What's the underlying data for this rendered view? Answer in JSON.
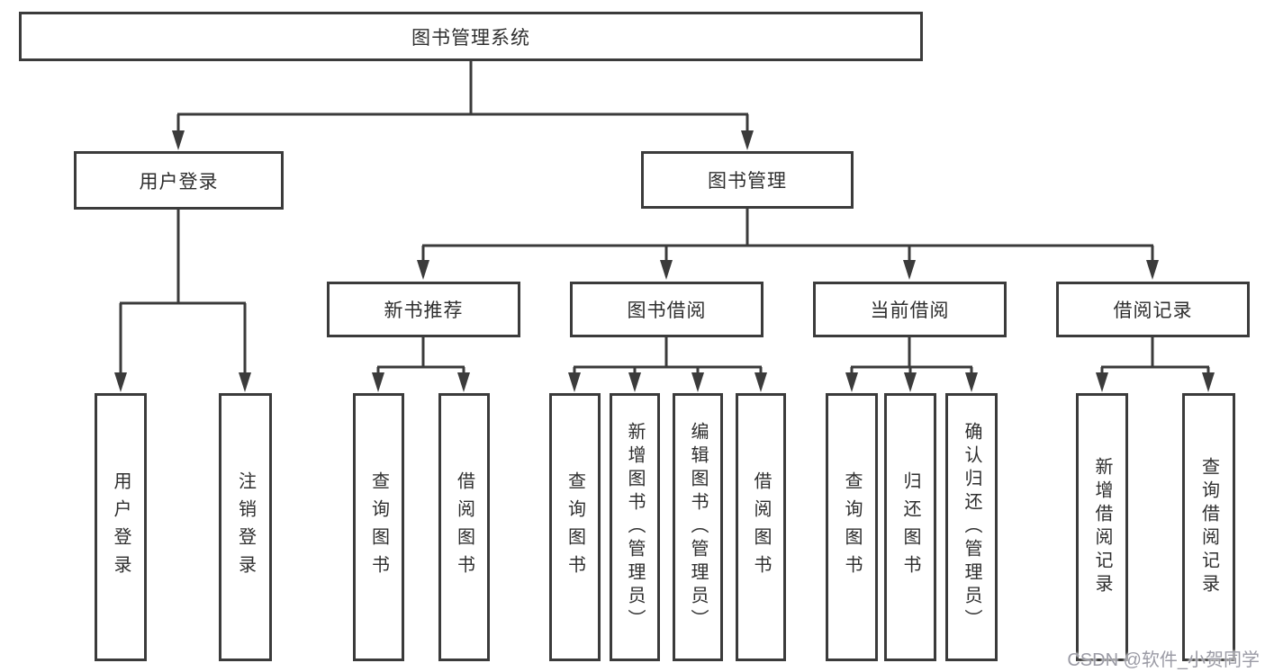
{
  "diagram": {
    "title_node": {
      "label": "图书管理系统"
    },
    "level2": [
      {
        "label": "用户登录",
        "parent": "图书管理系统"
      },
      {
        "label": "图书管理",
        "parent": "图书管理系统"
      }
    ],
    "level3": [
      {
        "label": "新书推荐",
        "parent": "图书管理"
      },
      {
        "label": "图书借阅",
        "parent": "图书管理"
      },
      {
        "label": "当前借阅",
        "parent": "图书管理"
      },
      {
        "label": "借阅记录",
        "parent": "图书管理"
      }
    ],
    "leaves": [
      {
        "label": "用户登录",
        "parent": "用户登录"
      },
      {
        "label": "注销登录",
        "parent": "用户登录"
      },
      {
        "label": "查询图书",
        "parent": "新书推荐"
      },
      {
        "label": "借阅图书",
        "parent": "新书推荐"
      },
      {
        "label": "查询图书",
        "parent": "图书借阅"
      },
      {
        "label": "新增图书（管理员）",
        "parent": "图书借阅"
      },
      {
        "label": "编辑图书（管理员）",
        "parent": "图书借阅"
      },
      {
        "label": "借阅图书",
        "parent": "图书借阅"
      },
      {
        "label": "查询图书",
        "parent": "当前借阅"
      },
      {
        "label": "归还图书",
        "parent": "当前借阅"
      },
      {
        "label": "确认归还（管理员）",
        "parent": "当前借阅"
      },
      {
        "label": "新增借阅记录",
        "parent": "借阅记录"
      },
      {
        "label": "查询借阅记录",
        "parent": "借阅记录"
      }
    ],
    "colors": {
      "line": "#3b3b3b",
      "box_border": "#3b3b3b",
      "text": "#2e2e2e",
      "background": "#ffffff",
      "watermark": "#9b9ba5"
    }
  },
  "watermark": {
    "text": "CSDN @软件_小贺同学"
  }
}
